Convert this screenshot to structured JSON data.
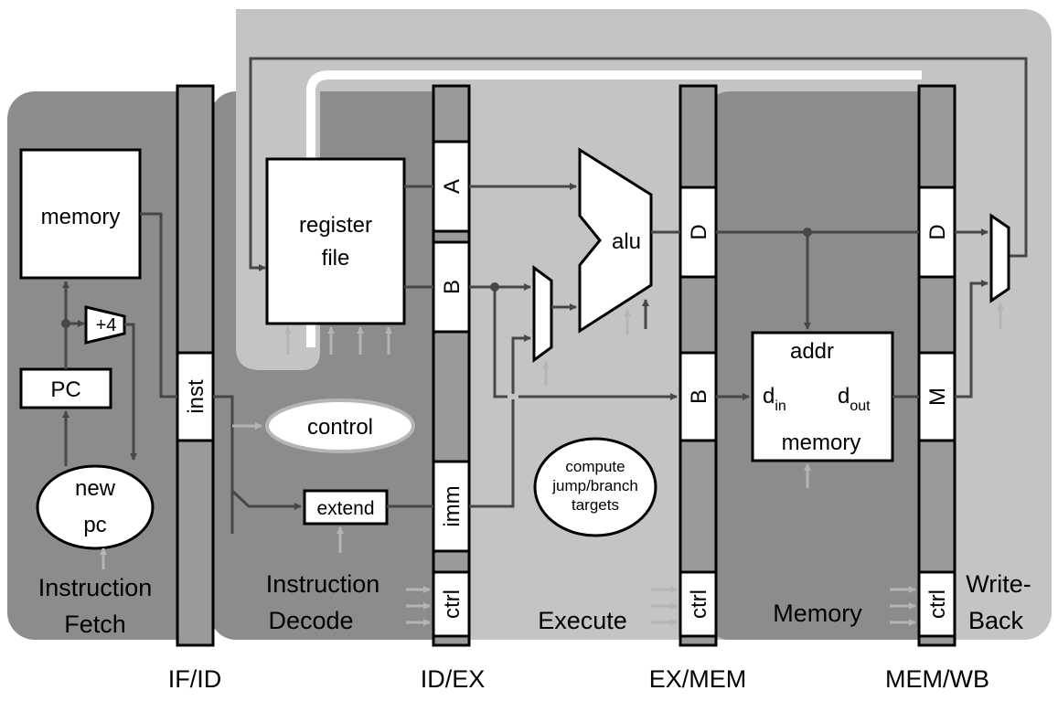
{
  "stages": {
    "fetch_line1": "Instruction",
    "fetch_line2": "Fetch",
    "decode_line1": "Instruction",
    "decode_line2": "Decode",
    "execute": "Execute",
    "memory": "Memory",
    "writeback_line1": "Write-",
    "writeback_line2": "Back"
  },
  "pipeline_registers": [
    "IF/ID",
    "ID/EX",
    "EX/MEM",
    "MEM/WB"
  ],
  "fields": {
    "inst": "inst",
    "a": "A",
    "b": "B",
    "imm": "imm",
    "ctrl": "ctrl",
    "d": "D",
    "m": "M"
  },
  "blocks": {
    "imem": "memory",
    "pc": "PC",
    "plus4": "+4",
    "newpc_line1": "new",
    "newpc_line2": "pc",
    "regfile_line1": "register",
    "regfile_line2": "file",
    "control": "control",
    "extend": "extend",
    "alu": "alu",
    "compute_line1": "compute",
    "compute_line2": "jump/branch",
    "compute_line3": "targets",
    "dmem_addr": "addr",
    "dmem_din": "d",
    "dmem_din_sub": "in",
    "dmem_dout": "d",
    "dmem_dout_sub": "out",
    "dmem_label": "memory"
  },
  "colors": {
    "background": "#ffffff",
    "fetch_region": "#8c8c8c",
    "decode_region": "#8c8c8c",
    "execute_region": "#c4c4c4",
    "memory_region": "#8c8c8c",
    "writeback_region": "#c4c4c4",
    "pipe_register": "#9a9a9a",
    "wire": "#474747",
    "control_wire": "#b5b5b5"
  }
}
